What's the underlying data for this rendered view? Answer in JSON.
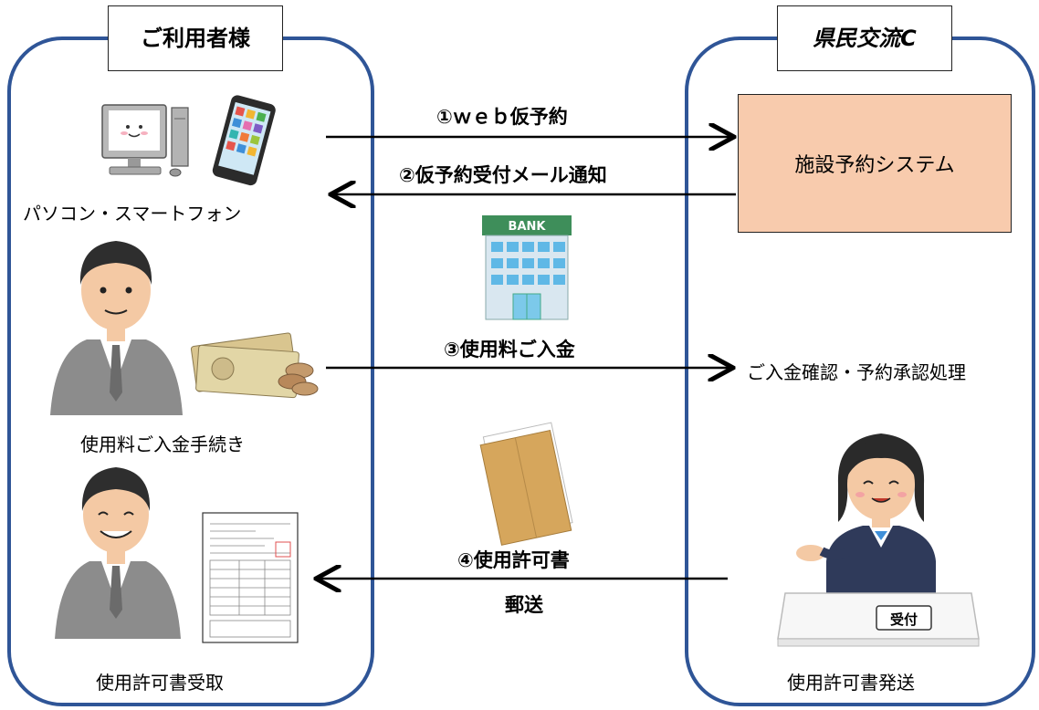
{
  "left_title": "ご利用者様",
  "right_title": "県民交流C",
  "system_box": "施設予約システム",
  "left_labels": {
    "devices": "パソコン・スマートフォン",
    "payment": "使用料ご入金手続き",
    "receive": "使用許可書受取"
  },
  "right_labels": {
    "confirm": "ご入金確認・予約承認処理",
    "send": "使用許可書発送"
  },
  "arrows": {
    "step1": "①ｗｅｂ仮予約",
    "step2": "②仮予約受付メール通知",
    "step3": "③使用料ご入金",
    "step4": "④使用許可書",
    "step4_sub": "郵送"
  },
  "illustration_text": {
    "bank_sign": "BANK",
    "reception_sign": "受付"
  },
  "colors": {
    "panel_border": "#2f5597",
    "system_fill": "#f8cbad"
  }
}
